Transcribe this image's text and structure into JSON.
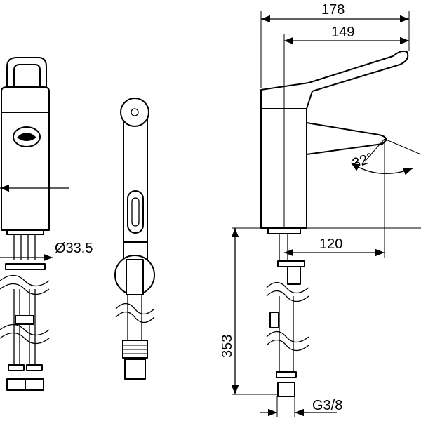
{
  "drawing": {
    "front_view": {
      "diameter_label": "Ø33.5"
    },
    "top_dimensions": {
      "overall_width": "178",
      "lever_width": "149"
    },
    "spout": {
      "angle": "32°",
      "reach": "120"
    },
    "height": {
      "pipe_length": "353"
    },
    "connection": {
      "thread": "G3/8"
    }
  },
  "colors": {
    "line": "#000000",
    "background": "#ffffff"
  }
}
